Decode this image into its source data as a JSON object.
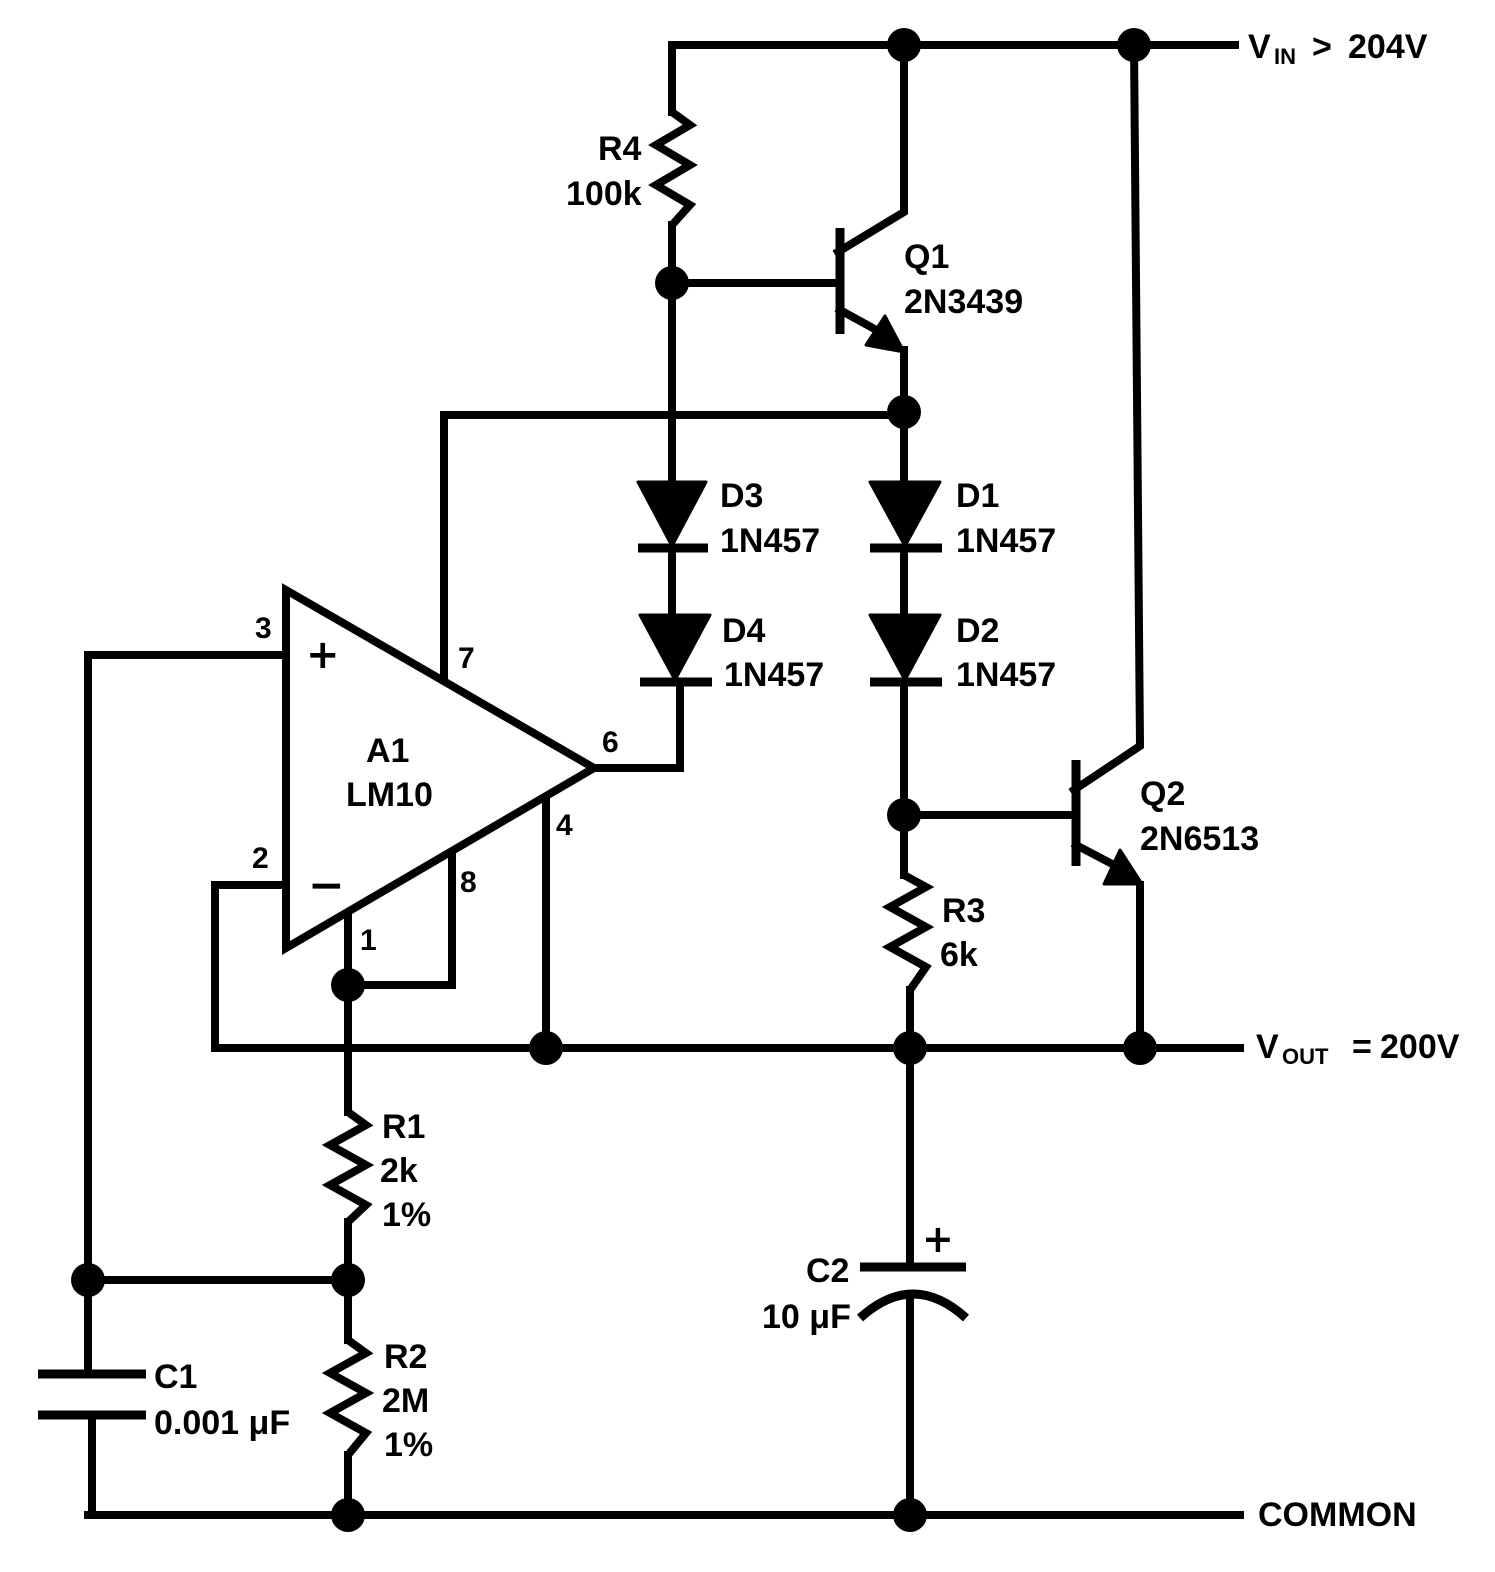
{
  "rails": {
    "vin": {
      "symbol": "V",
      "subscript": "IN",
      "relation": ">",
      "value": "204V"
    },
    "vout": {
      "symbol": "V",
      "subscript": "OUT",
      "relation": "=",
      "value": "200V"
    },
    "common": "COMMON"
  },
  "opamp": {
    "ref": "A1",
    "part": "LM10",
    "plus_sign": "+",
    "minus_sign": "−",
    "pins": {
      "p3": "3",
      "p2": "2",
      "p7": "7",
      "p6": "6",
      "p4": "4",
      "p8": "8",
      "p1": "1"
    }
  },
  "r1": {
    "ref": "R1",
    "value": "2k",
    "tol": "1%"
  },
  "r2": {
    "ref": "R2",
    "value": "2M",
    "tol": "1%"
  },
  "r3": {
    "ref": "R3",
    "value": "6k"
  },
  "r4": {
    "ref": "R4",
    "value": "100k"
  },
  "c1": {
    "ref": "C1",
    "value": "0.001 μF"
  },
  "c2": {
    "ref": "C2",
    "value": "10 μF",
    "polarity": "+"
  },
  "d1": {
    "ref": "D1",
    "part": "1N457"
  },
  "d2": {
    "ref": "D2",
    "part": "1N457"
  },
  "d3": {
    "ref": "D3",
    "part": "1N457"
  },
  "d4": {
    "ref": "D4",
    "part": "1N457"
  },
  "q1": {
    "ref": "Q1",
    "part": "2N3439"
  },
  "q2": {
    "ref": "Q2",
    "part": "2N6513"
  }
}
